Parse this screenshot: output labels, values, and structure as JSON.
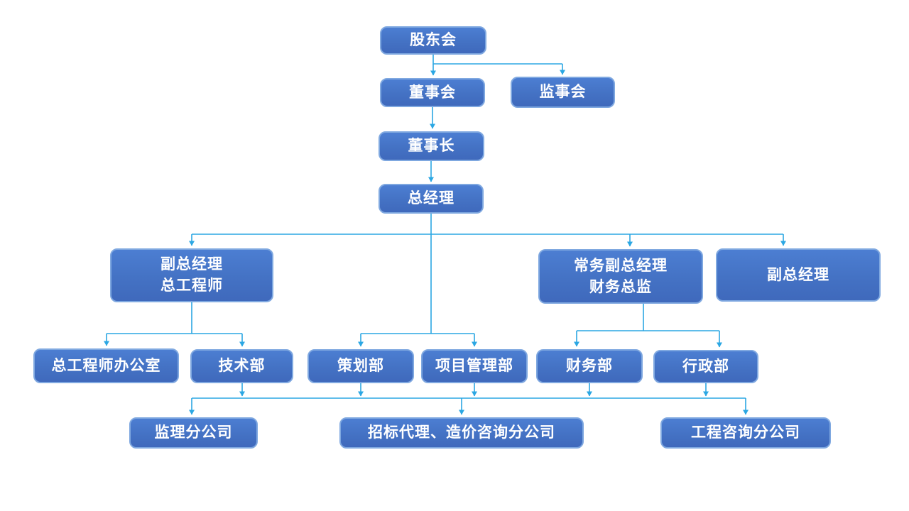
{
  "diagram": {
    "type": "org-chart",
    "title": "",
    "nodes": {
      "shareholders": {
        "label": "股东会"
      },
      "board": {
        "label": "董事会"
      },
      "supervisors": {
        "label": "监事会"
      },
      "chairman": {
        "label": "董事长"
      },
      "general_manager": {
        "label": "总经理"
      },
      "deputy_gm_chief_engineer": {
        "label": "副总经理\n总工程师"
      },
      "exec_deputy_gm_cfo": {
        "label": "常务副总经理\n财务总监"
      },
      "deputy_gm": {
        "label": "副总经理"
      },
      "chief_engineer_office": {
        "label": "总工程师办公室"
      },
      "technology_dept": {
        "label": "技术部"
      },
      "planning_dept": {
        "label": "策划部"
      },
      "project_mgmt_dept": {
        "label": "项目管理部"
      },
      "finance_dept": {
        "label": "财务部"
      },
      "admin_dept": {
        "label": "行政部"
      },
      "supervision_branch": {
        "label": "监理分公司"
      },
      "bidding_cost_branch": {
        "label": "招标代理、造价咨询分公司"
      },
      "engineering_consulting_branch": {
        "label": "工程咨询分公司"
      }
    },
    "edges": [
      {
        "from": "股东会",
        "to": "董事会"
      },
      {
        "from": "股东会",
        "to": "监事会"
      },
      {
        "from": "董事会",
        "to": "董事长"
      },
      {
        "from": "董事长",
        "to": "总经理"
      },
      {
        "from": "总经理",
        "to": "副总经理\n总工程师"
      },
      {
        "from": "总经理",
        "to": "常务副总经理\n财务总监"
      },
      {
        "from": "总经理",
        "to": "副总经理"
      },
      {
        "from": "总经理",
        "to": "策划部"
      },
      {
        "from": "总经理",
        "to": "项目管理部"
      },
      {
        "from": "副总经理\n总工程师",
        "to": "总工程师办公室"
      },
      {
        "from": "副总经理\n总工程师",
        "to": "技术部"
      },
      {
        "from": "常务副总经理\n财务总监",
        "to": "财务部"
      },
      {
        "from": "常务副总经理\n财务总监",
        "to": "行政部"
      },
      {
        "type": "shared-bus",
        "from": [
          "技术部",
          "策划部",
          "项目管理部",
          "财务部",
          "行政部"
        ],
        "to": [
          "监理分公司",
          "招标代理、造价咨询分公司",
          "工程咨询分公司"
        ]
      }
    ],
    "colors": {
      "background": "#ffffff",
      "node_fill": "#4472C4",
      "node_fill_top": "#4C7ED2",
      "node_fill_bottom": "#3F69BC",
      "node_border": "#7FA8E0",
      "connector": "#2BA7E3",
      "text": "#ffffff"
    }
  }
}
